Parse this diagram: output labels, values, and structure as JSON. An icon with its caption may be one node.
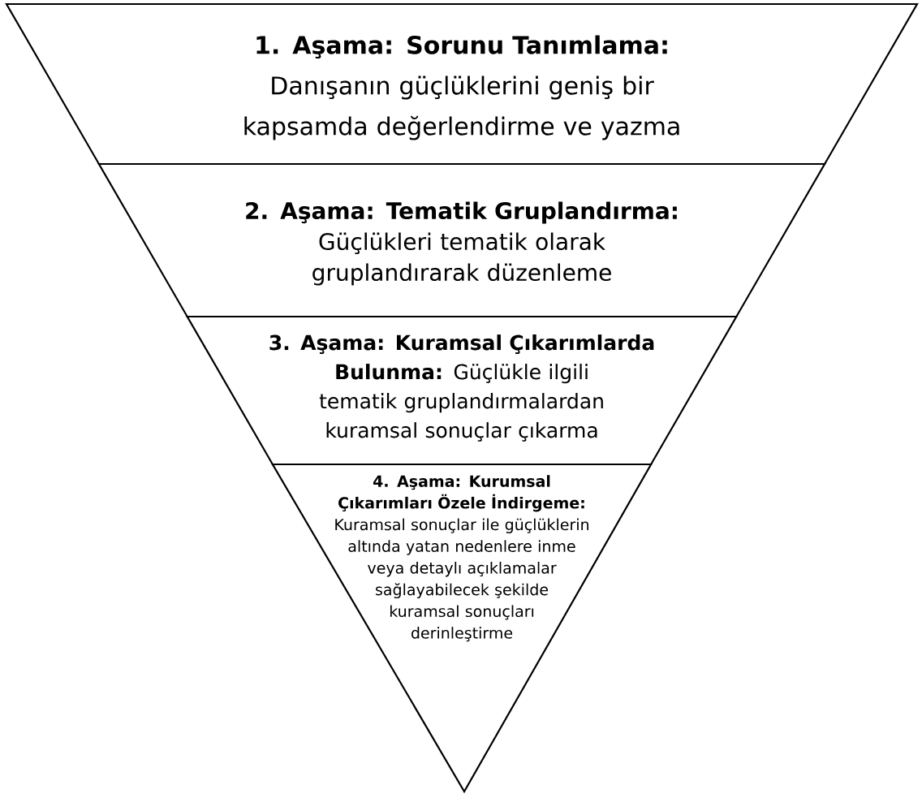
{
  "diagram": {
    "nodes": [
      {
        "text": [
          "1. Aşama: Sorunu Tanımlama:",
          "Danışanın güçlüklerini geniş bir kapsamda değerlendirme ve yazma"
        ]
      },
      {
        "text": [
          "2. Aşama: Tematik Gruplandırma:",
          "Güçlükleri tematik olarak gruplandırarak düzenleme"
        ]
      },
      {
        "text": [
          "3. Aşama: Kuramsal Çıkarımlarda Bulunma:",
          "Güçlükle ilgili tematik gruplandırmalardan kuramsal sonuçlar çıkarma"
        ]
      },
      {
        "text": [
          "4. Aşama: Kurumsal Çıkarımları Özele İndirgeme:",
          "Kuramsal sonuçlar ile güçlüklerin altında yatan nedenlere inme veya detaylı açıklamalar sağlayabilecek şekilde kuramsal sonuçları derinleştirme"
        ]
      }
    ]
  }
}
